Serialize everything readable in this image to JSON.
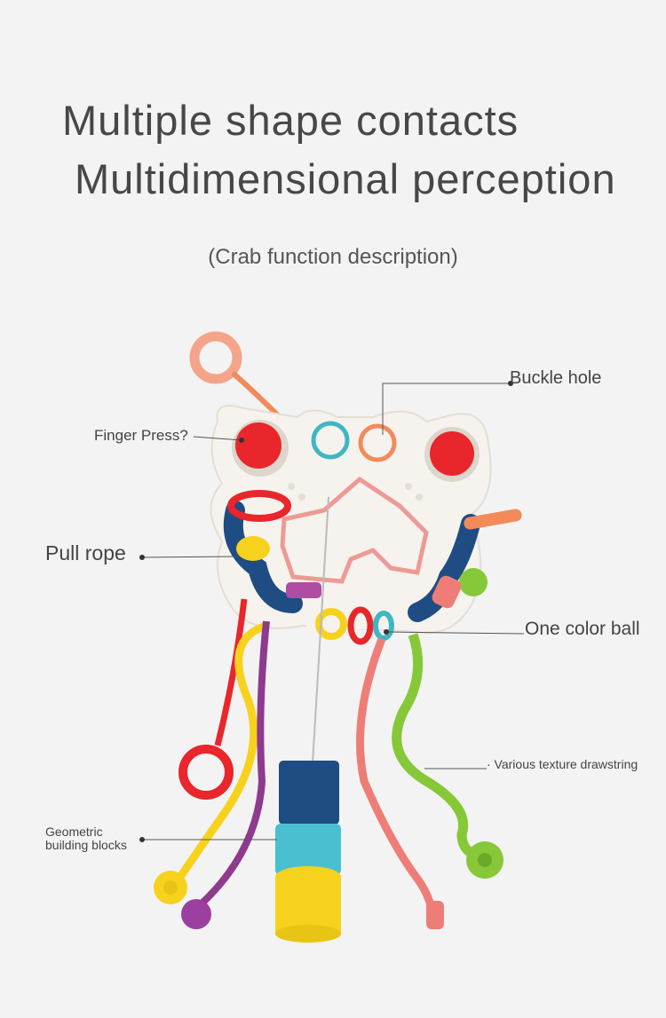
{
  "header": {
    "title_line1": "Multiple shape contacts",
    "title_line2": "Multidimensional perception",
    "subtitle": "(Crab function description)"
  },
  "callouts": {
    "buckle_hole": "Buckle hole",
    "finger_press": "Finger Press?",
    "pull_rope": "Pull rope",
    "one_color_ball": "One color ball",
    "texture_drawstring": "· Various texture drawstring",
    "geometric_blocks_line1": "Geometric",
    "geometric_blocks_line2": "building blocks"
  },
  "colors": {
    "background": "#f3f3f3",
    "text": "#474747",
    "button_red": "#e8262c",
    "body_white": "#f6f3ee",
    "navy": "#1f4c83",
    "yellow": "#f7d21c",
    "green": "#86c837",
    "pink": "#ee7d78",
    "purple": "#8e3a8e",
    "orange": "#f28a5a",
    "teal": "#3fb7c2"
  }
}
